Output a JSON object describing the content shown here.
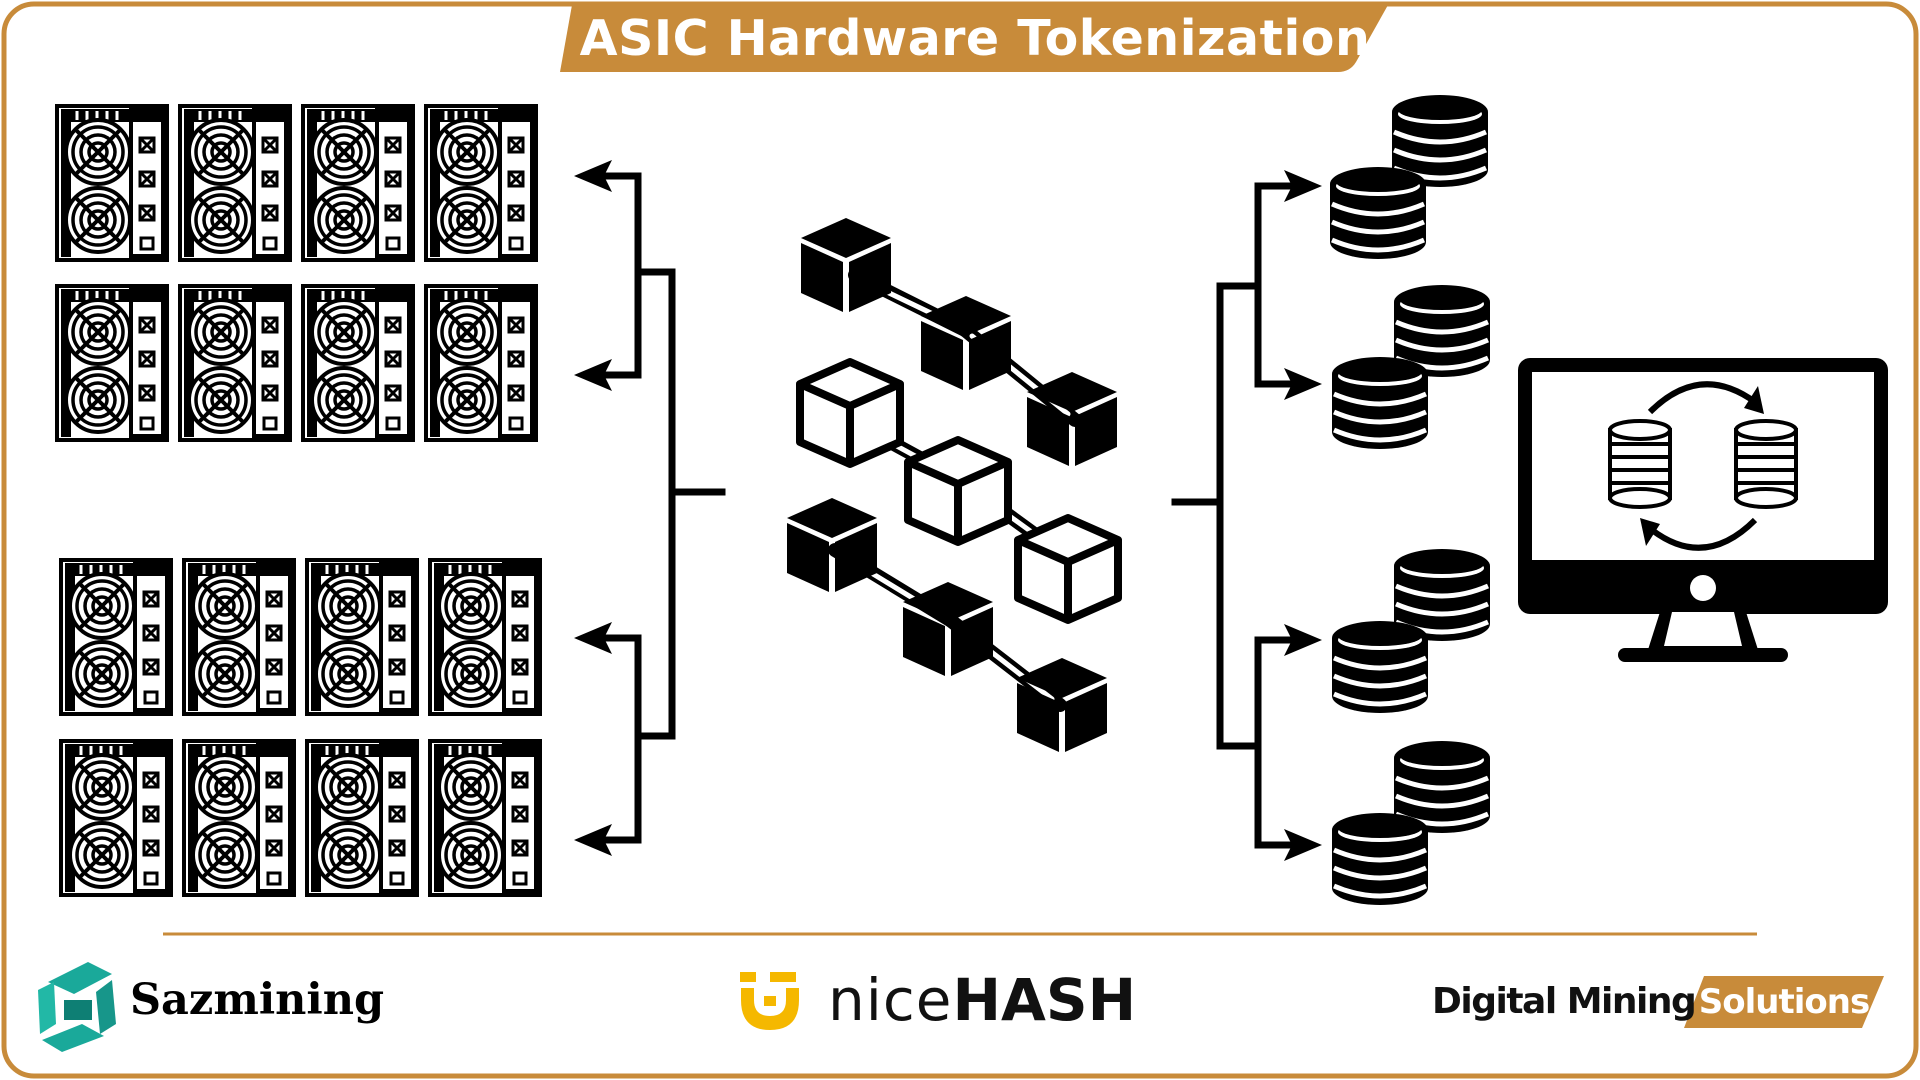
{
  "title": "ASIC Hardware Tokenization",
  "colors": {
    "accent": "#C88B3A",
    "ink": "#000000",
    "teal": "#1AA99A",
    "nicehash_yellow": "#F5B800",
    "background": "#FFFFFF"
  },
  "left_group": {
    "icon": "asic-miner-icon",
    "banks": 2,
    "rows_per_bank": 2,
    "miners_per_row": 4
  },
  "center": {
    "icon": "blockchain-cubes-icon"
  },
  "right_group": {
    "icon": "coin-stack-icon",
    "stacks": 4,
    "pairs": 2
  },
  "monitor": {
    "icon": "token-exchange-monitor-icon"
  },
  "logos": {
    "sazmining": "Sazmining",
    "nicehash_light": "nice",
    "nicehash_bold": "HASH",
    "dms_main": "Digital Mining",
    "dms_badge": "Solutions"
  }
}
